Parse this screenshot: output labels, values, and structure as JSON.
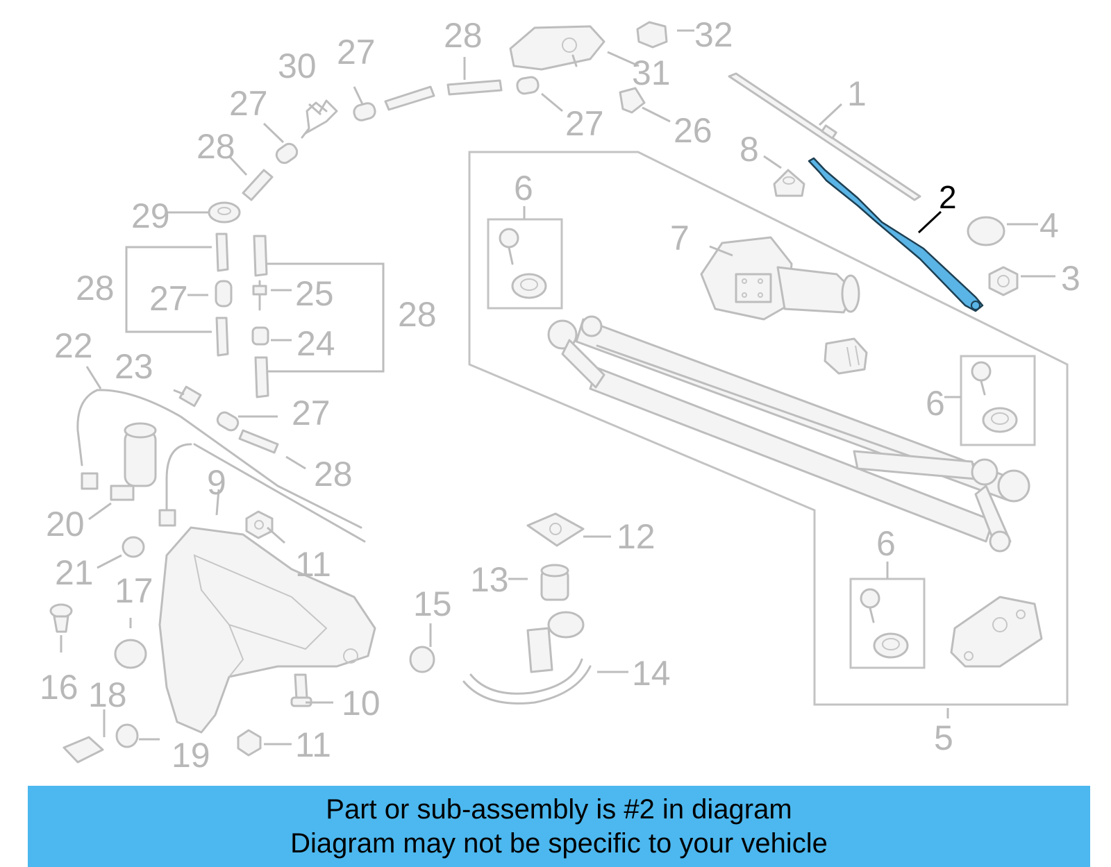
{
  "banner": {
    "line1": "Part or sub-assembly is #2 in diagram",
    "line2": "Diagram may not be specific to your vehicle",
    "background": "#4cb8ef"
  },
  "colors": {
    "highlight_part": "#5ab4e5",
    "line_art": "#bdbdbd",
    "callout_text": "#b8b8b8",
    "highlight_callout": "#000000"
  },
  "callouts": {
    "c1": "1",
    "c2": "2",
    "c3": "3",
    "c4": "4",
    "c5": "5",
    "c6a": "6",
    "c6b": "6",
    "c6c": "6",
    "c7": "7",
    "c8": "8",
    "c9": "9",
    "c10": "10",
    "c11a": "11",
    "c11b": "11",
    "c12": "12",
    "c13": "13",
    "c14": "14",
    "c15": "15",
    "c16": "16",
    "c17": "17",
    "c18": "18",
    "c19": "19",
    "c20": "20",
    "c21": "21",
    "c22": "22",
    "c23": "23",
    "c24": "24",
    "c25": "25",
    "c26": "26",
    "c27a": "27",
    "c27b": "27",
    "c27c": "27",
    "c27d": "27",
    "c27e": "27",
    "c28a": "28",
    "c28b": "28",
    "c28c": "28",
    "c28d": "28",
    "c28e": "28",
    "c29": "29",
    "c30": "30",
    "c31": "31",
    "c32": "32"
  }
}
